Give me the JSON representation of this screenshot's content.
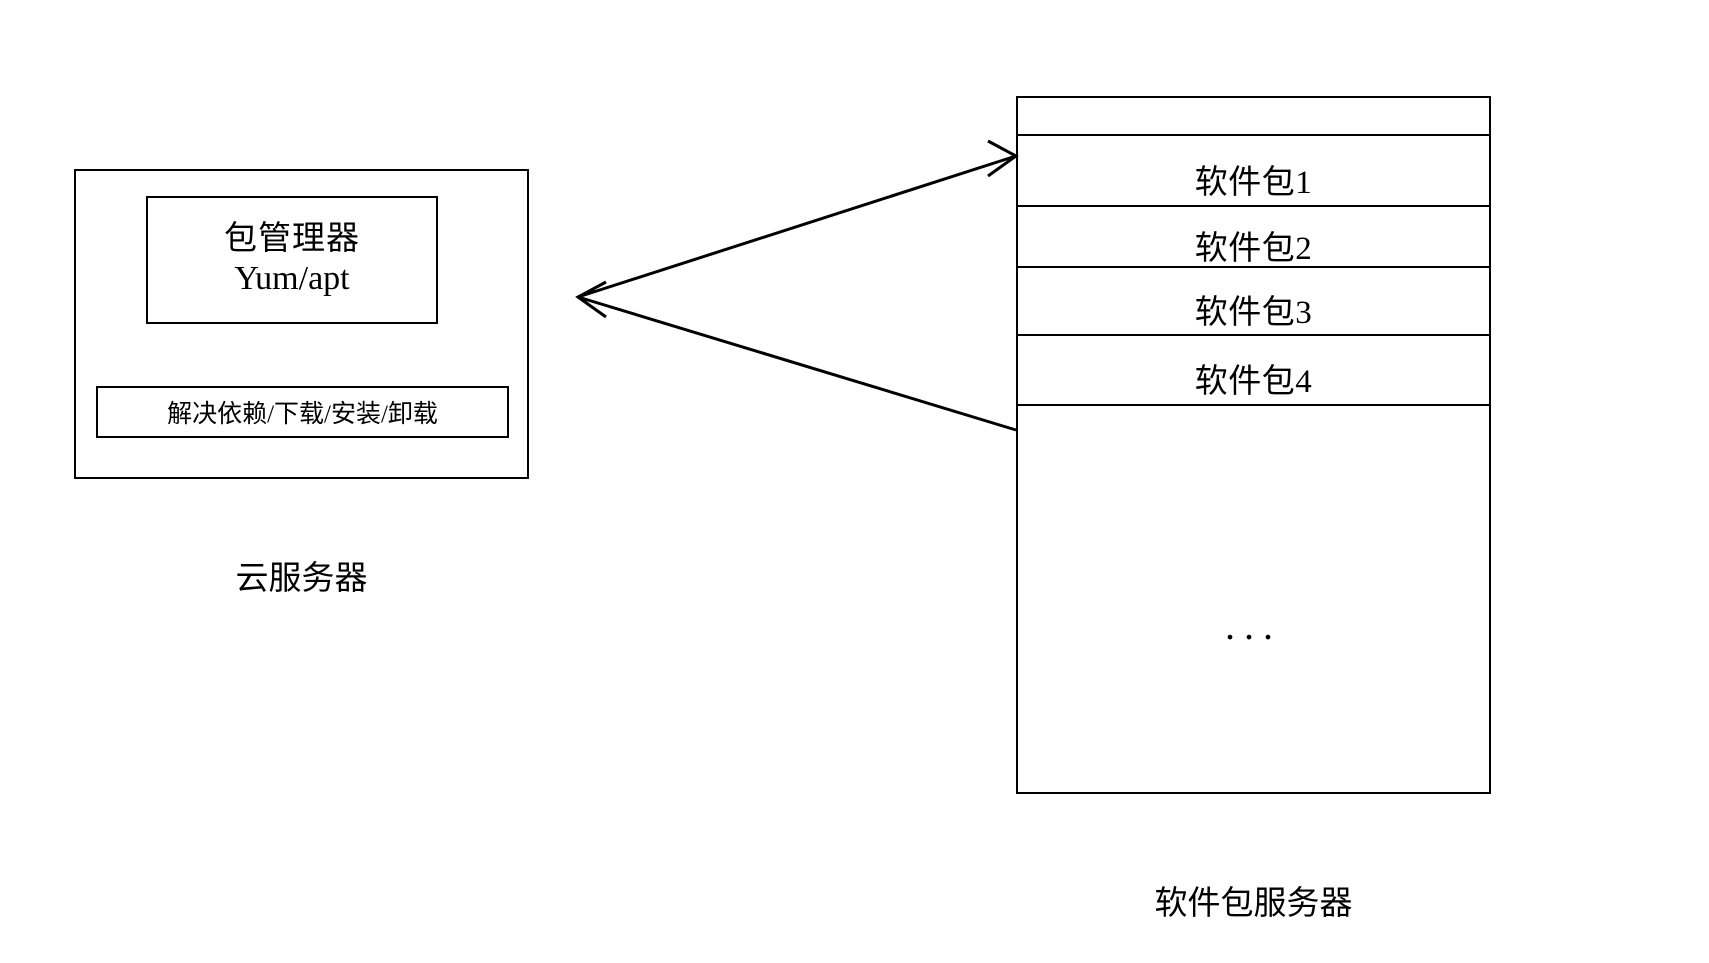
{
  "diagram": {
    "title_hidden": "",
    "cloud_server": {
      "caption": "云服务器",
      "package_manager": {
        "line_cn": "包管理器",
        "line_en": "Yum/apt"
      },
      "capabilities": "解决依赖/下载/安装/卸载"
    },
    "package_server": {
      "caption": "软件包服务器",
      "rows": [
        {
          "label": ""
        },
        {
          "label": "软件包1"
        },
        {
          "label": "软件包2"
        },
        {
          "label": "软件包3"
        },
        {
          "label": "软件包4"
        },
        {
          "label": ""
        }
      ],
      "ellipsis": "..."
    },
    "connectors": [
      {
        "name": "request-arrow",
        "from": "cloud-server",
        "to": "package-server",
        "direction": "right"
      },
      {
        "name": "download-arrow",
        "from": "package-server",
        "to": "cloud-server",
        "direction": "left"
      }
    ],
    "colors": {
      "stroke": "#000000",
      "background": "#ffffff",
      "text": "#000000"
    }
  }
}
